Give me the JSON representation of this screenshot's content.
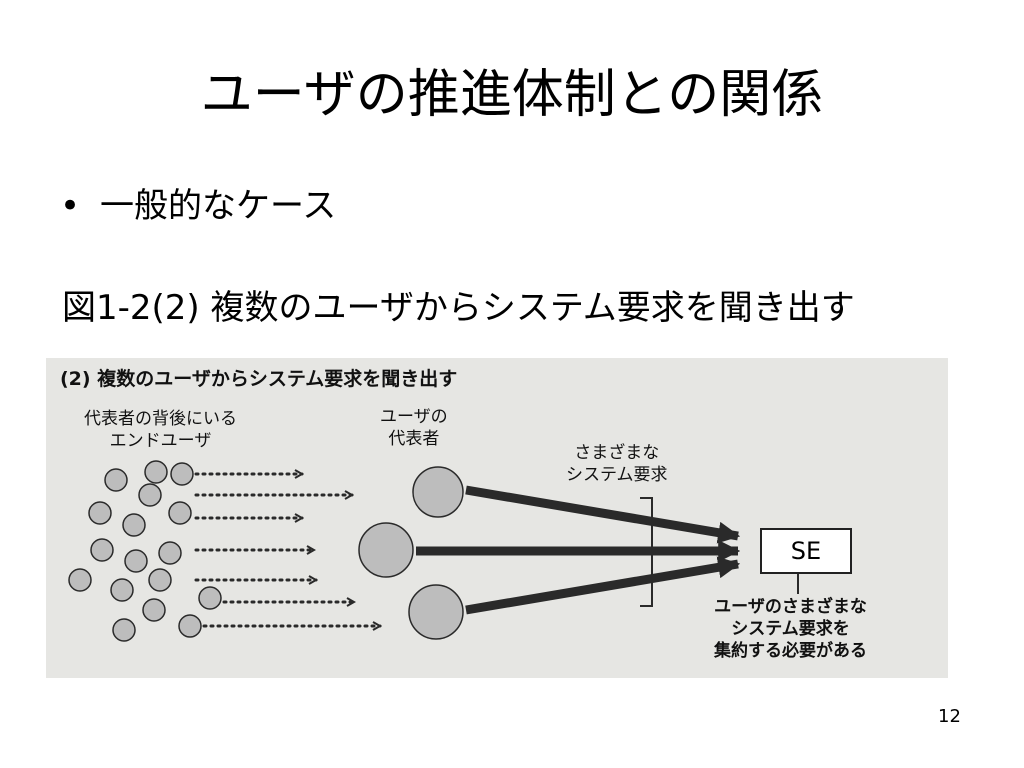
{
  "slide": {
    "title": "ユーザの推進体制との関係",
    "bullet": "一般的なケース",
    "bullet_marker": "•",
    "figure_caption": "図1-2(2) 複数のユーザからシステム要求を聞き出す",
    "page_number": "12"
  },
  "figure": {
    "heading": "(2) 複数のユーザからシステム要求を聞き出す",
    "end_users_label": [
      "代表者の背後にいる",
      "エンドユーザ"
    ],
    "representatives_label": [
      "ユーザの",
      "代表者"
    ],
    "various_requirements_label": [
      "さまざまな",
      "システム要求"
    ],
    "se_label": "SE",
    "aggregate_label": [
      "ユーザのさまざまな",
      "システム要求を",
      "集約する必要がある"
    ]
  },
  "colors": {
    "background": "#ffffff",
    "figure_background": "#e6e6e3",
    "circle_fill": "#bdbdbd",
    "stroke": "#2a2a2a"
  }
}
